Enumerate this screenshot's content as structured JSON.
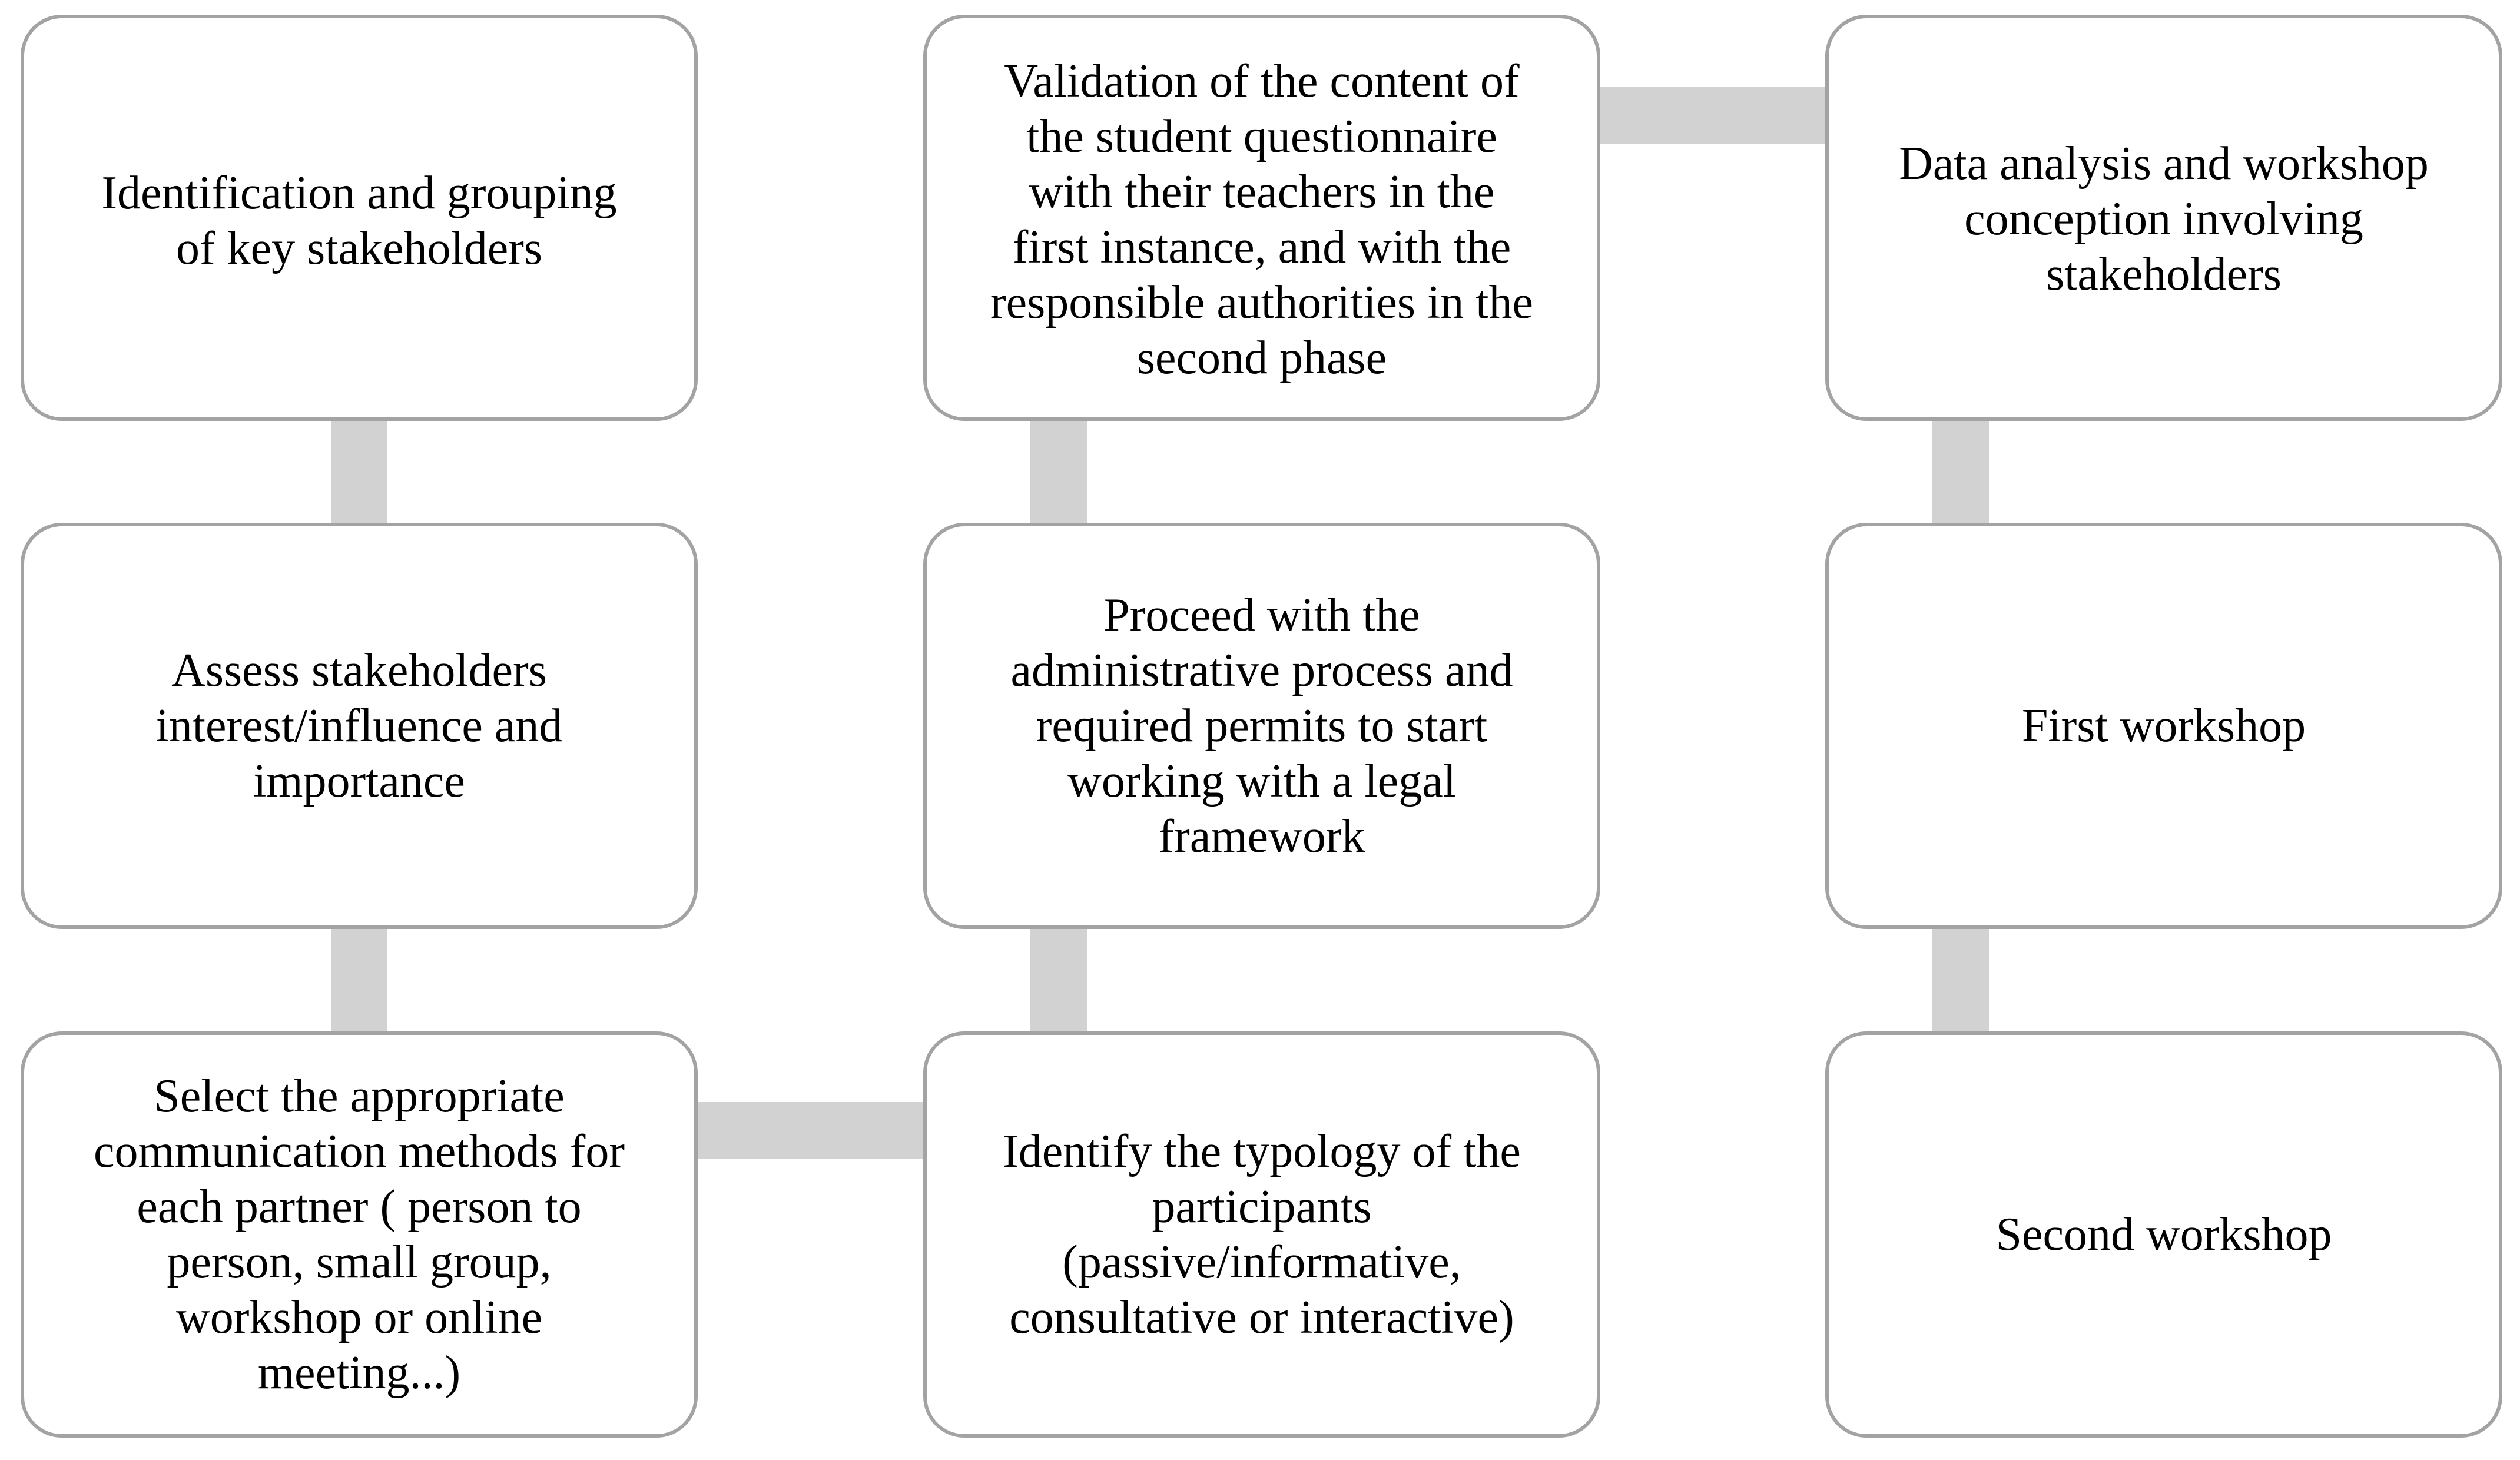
{
  "boxes": {
    "b1": "Identification and grouping\nof key stakeholders",
    "b2": "Assess stakeholders\ninterest/influence and\nimportance",
    "b3": "Select the appropriate\ncommunication methods for\neach partner ( person to\nperson, small group,\nworkshop or online\nmeeting...)",
    "b4": "Validation of the content of\nthe student questionnaire\nwith their teachers in the\nfirst instance, and with the\nresponsible authorities in the\nsecond phase",
    "b5": "Proceed with the\nadministrative process and\nrequired permits to start\nworking with a legal\nframework",
    "b6": "Identify the typology of the\nparticipants\n(passive/informative,\nconsultative or interactive)",
    "b7": "Data analysis and workshop\nconception involving\nstakeholders",
    "b8": "First workshop",
    "b9": "Second workshop"
  },
  "colors": {
    "box_border": "#a3a3a3",
    "connector": "#d2d2d2",
    "text": "#000000",
    "background": "#ffffff"
  }
}
